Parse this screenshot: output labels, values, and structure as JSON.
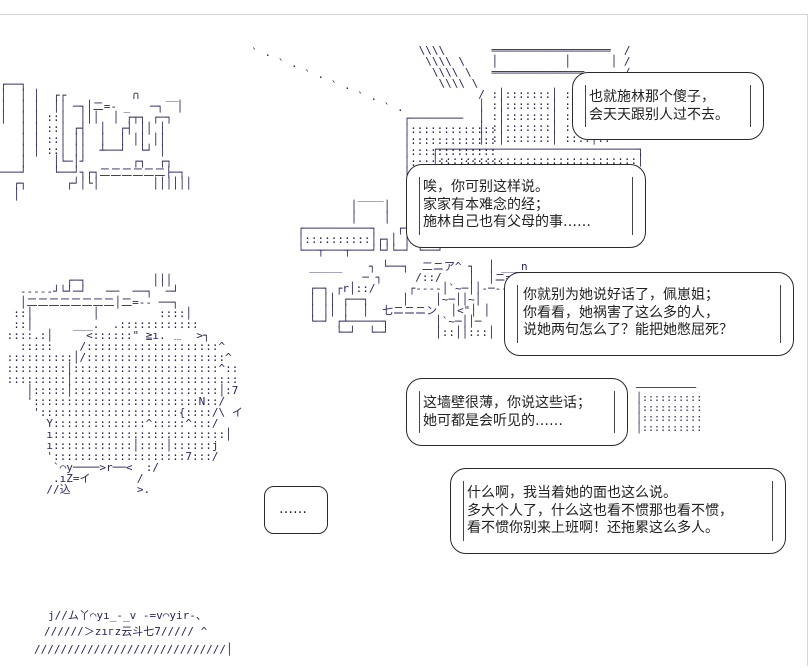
{
  "bubbles": [
    {
      "lines": [
        "也就施林那个傻子，",
        "会天天跟别人过不去。"
      ]
    },
    {
      "lines": [
        "唉，你可别这样说。",
        "家家有本难念的经；",
        "施林自己也有父母的事……"
      ]
    },
    {
      "lines": [
        "你就别为她说好话了，佩崽姐；",
        "你看看，她祸害了这么多的人，",
        "说她两句怎么了？能把她憋屈死？"
      ]
    },
    {
      "lines": [
        "这墙壁很薄，你说这些话；",
        "她可都是会听见的……"
      ]
    },
    {
      "lines": [
        "什么啊，我当着她的面也这么说。",
        "多大个人了，什么这也看不惯那也看不惯，",
        "看不惯你别来上班啊！还拖累这么多人。"
      ]
    }
  ],
  "small_bubble": {
    "text": "……"
  },
  "art_text": {
    "floor_text": "//////＞zıгz云斗七7///// ^",
    "feet_text": "j//ム丫⌒yı_-_v -=v⌒yir-、"
  },
  "colors": {
    "art": "#2a1f5a",
    "border": "#2a2a2a",
    "text": "#222222"
  }
}
